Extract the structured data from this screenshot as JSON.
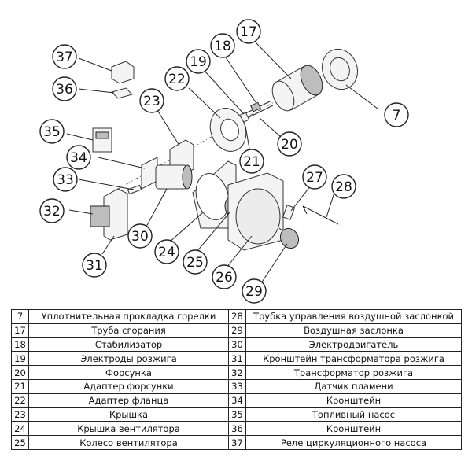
{
  "callouts": [
    {
      "num": "7"
    },
    {
      "num": "17"
    },
    {
      "num": "18"
    },
    {
      "num": "19"
    },
    {
      "num": "20"
    },
    {
      "num": "21"
    },
    {
      "num": "22"
    },
    {
      "num": "23"
    },
    {
      "num": "24"
    },
    {
      "num": "25"
    },
    {
      "num": "26"
    },
    {
      "num": "27"
    },
    {
      "num": "28"
    },
    {
      "num": "29"
    },
    {
      "num": "30"
    },
    {
      "num": "31"
    },
    {
      "num": "32"
    },
    {
      "num": "33"
    },
    {
      "num": "34"
    },
    {
      "num": "35"
    },
    {
      "num": "36"
    },
    {
      "num": "37"
    }
  ],
  "parts": [
    {
      "left_num": "7",
      "left_name": "Уплотнительная прокладка горелки",
      "right_num": "28",
      "right_name": "Трубка управления  воздушной заслонкой"
    },
    {
      "left_num": "17",
      "left_name": "Труба сгорания",
      "right_num": "29",
      "right_name": "Воздушная заслонка"
    },
    {
      "left_num": "18",
      "left_name": "Стабилизатор",
      "right_num": "30",
      "right_name": "Электродвигатель"
    },
    {
      "left_num": "19",
      "left_name": "Электроды розжига",
      "right_num": "31",
      "right_name": "Кронштейн  трансформатора розжига"
    },
    {
      "left_num": "20",
      "left_name": "Форсунка",
      "right_num": "32",
      "right_name": "Трансформатор розжига"
    },
    {
      "left_num": "21",
      "left_name": "Адаптер форсунки",
      "right_num": "33",
      "right_name": "Датчик пламени"
    },
    {
      "left_num": "22",
      "left_name": "Адаптер фланца",
      "right_num": "34",
      "right_name": "Кронштейн"
    },
    {
      "left_num": "23",
      "left_name": "Крышка",
      "right_num": "35",
      "right_name": "Топливный насос"
    },
    {
      "left_num": "24",
      "left_name": "Крышка вентилятора",
      "right_num": "36",
      "right_name": "Кронштейн"
    },
    {
      "left_num": "25",
      "left_name": "Колесо вентилятора",
      "right_num": "37",
      "right_name": "Реле циркуляционного насоса"
    }
  ]
}
